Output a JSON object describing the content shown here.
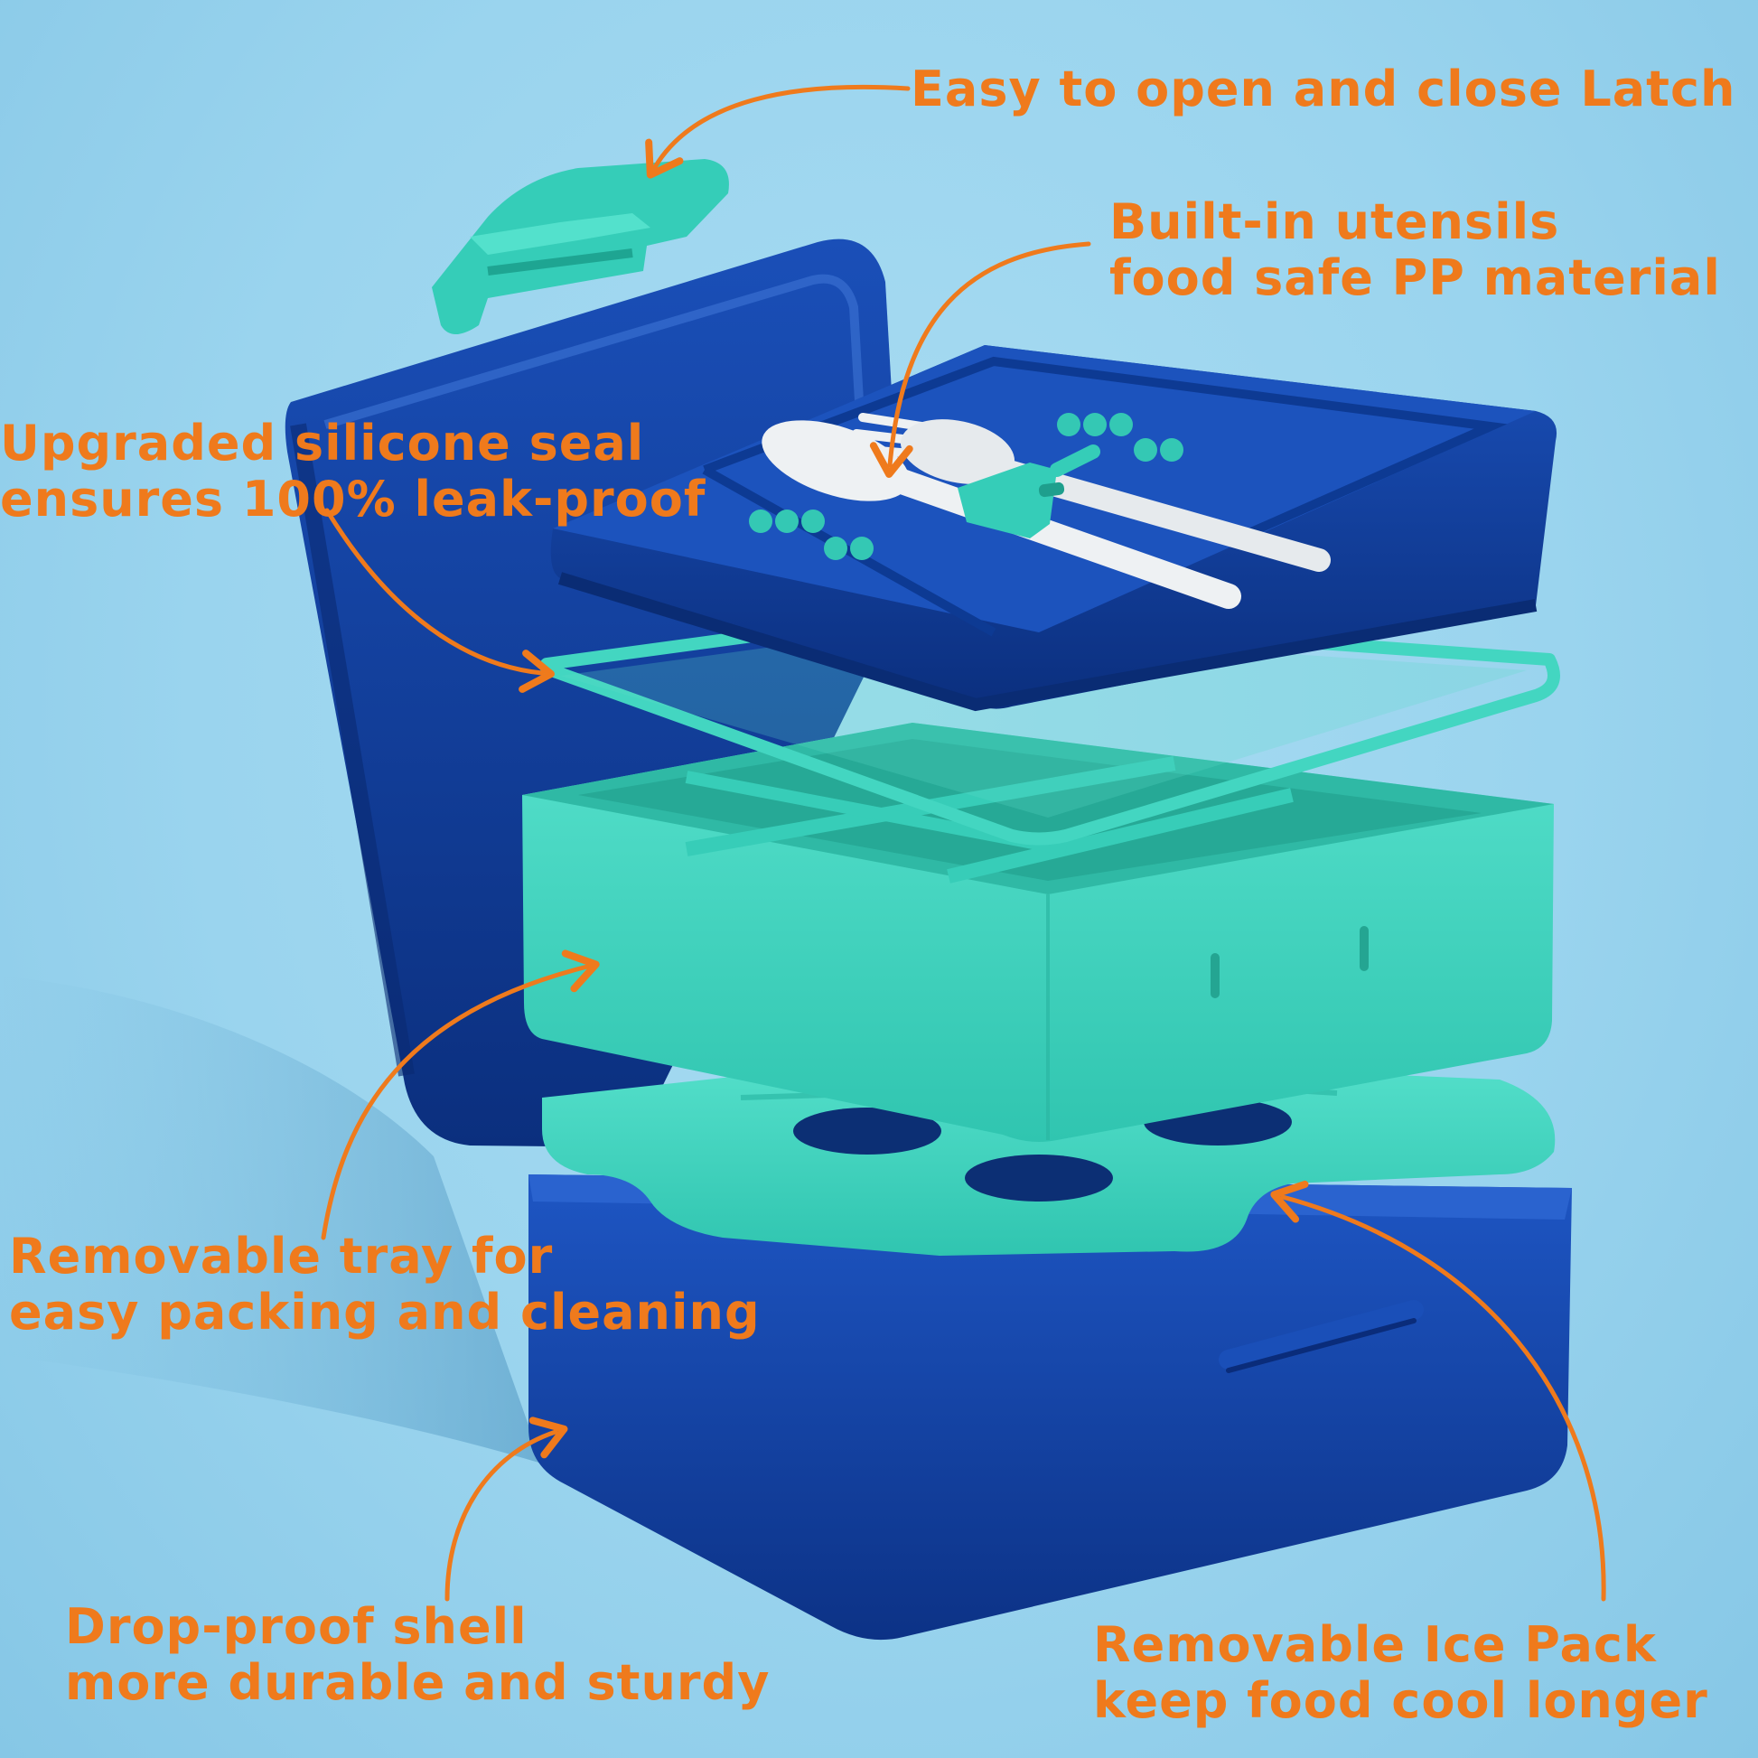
{
  "colors": {
    "background": "#9ad4ee",
    "label_orange": "#ef7a1c",
    "navy_shell": "#0f3f9e",
    "teal_tray": "#3fd3bf",
    "utensil_white": "#eef1f3"
  },
  "callouts": {
    "latch": {
      "line1": "Easy to open and close Latch"
    },
    "utensils": {
      "line1": "Built-in utensils",
      "line2": "food safe PP material"
    },
    "seal": {
      "line1": "Upgraded silicone seal",
      "line2": "ensures 100% leak-proof"
    },
    "tray": {
      "line1": "Removable tray for",
      "line2": "easy packing and cleaning"
    },
    "shell": {
      "line1": "Drop-proof shell",
      "line2": "more durable and sturdy"
    },
    "ice_pack": {
      "line1": "Removable Ice Pack",
      "line2": "keep food cool longer"
    }
  }
}
